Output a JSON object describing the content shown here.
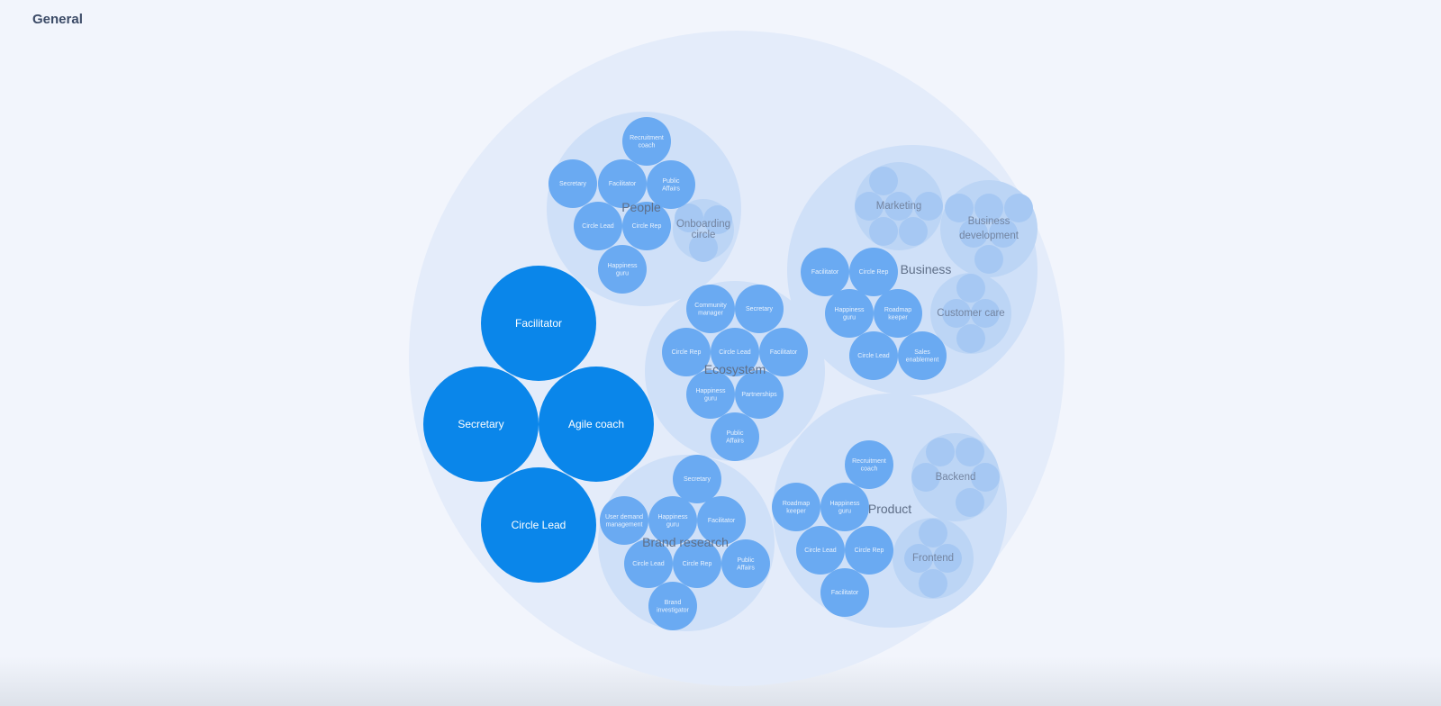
{
  "page": {
    "title": "General"
  },
  "colors": {
    "background": "#f2f5fc",
    "outer": "#e4ecfa",
    "circle": "#cfe0f8",
    "subcircle": "#bcd5f5",
    "subcircle_role": "#a6c8f3",
    "role": "#6aaaf2",
    "core_role": "#0a86ea"
  },
  "core_roles": [
    "Facilitator",
    "Secretary",
    "Agile coach",
    "Circle Lead"
  ],
  "circles": {
    "people": {
      "label": "People",
      "roles": [
        "Recruitment coach",
        "Secretary",
        "Facilitator",
        "Public Affairs",
        "Circle Lead",
        "Circle Rep",
        "Happiness guru"
      ],
      "subcircles": {
        "onboarding": {
          "label": "Onboarding circle"
        }
      }
    },
    "ecosystem": {
      "label": "Ecosystem",
      "roles": [
        "Community manager",
        "Secretary",
        "Circle Rep",
        "Circle Lead",
        "Facilitator",
        "Happiness guru",
        "Partnerships",
        "Public Affairs"
      ]
    },
    "business": {
      "label": "Business",
      "roles": [
        "Facilitator",
        "Circle Rep",
        "Happiness guru",
        "Roadmap keeper",
        "Circle Lead",
        "Sales enablement"
      ],
      "subcircles": {
        "marketing": {
          "label": "Marketing"
        },
        "business_development": {
          "label": "Business development"
        },
        "customer_care": {
          "label": "Customer care"
        }
      }
    },
    "brand_research": {
      "label": "Brand research",
      "roles": [
        "Secretary",
        "User demand management",
        "Happiness guru",
        "Facilitator",
        "Circle Lead",
        "Circle Rep",
        "Public Affairs",
        "Brand investigator"
      ]
    },
    "product": {
      "label": "Product",
      "roles": [
        "Recruitment coach",
        "Roadmap keeper",
        "Happiness guru",
        "Circle Lead",
        "Circle Rep",
        "Facilitator"
      ],
      "subcircles": {
        "backend": {
          "label": "Backend"
        },
        "frontend": {
          "label": "Frontend"
        }
      }
    }
  }
}
